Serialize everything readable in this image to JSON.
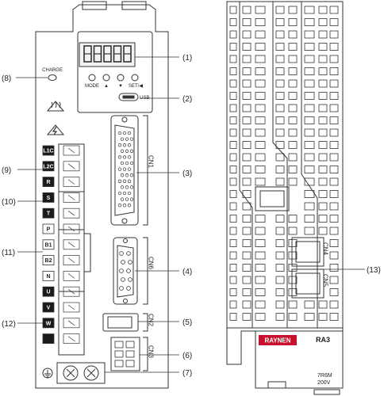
{
  "front": {
    "charge_label": "CHARGE",
    "buttons": [
      "MODE",
      "▲",
      "▼",
      "SET/◀"
    ],
    "usb_label": "USB",
    "terminals": [
      {
        "text": "L1C",
        "dark": true
      },
      {
        "text": "L2C",
        "dark": true
      },
      {
        "text": "R",
        "dark": true
      },
      {
        "text": "S",
        "dark": true
      },
      {
        "text": "T",
        "dark": true
      },
      {
        "text": "P",
        "dark": false
      },
      {
        "text": "B1",
        "dark": false
      },
      {
        "text": "B2",
        "dark": false
      },
      {
        "text": "N",
        "dark": false
      },
      {
        "text": "U",
        "dark": true
      },
      {
        "text": "V",
        "dark": true
      },
      {
        "text": "W",
        "dark": true
      },
      {
        "text": "",
        "dark": true
      }
    ],
    "connectors": [
      "CN1",
      "CN6",
      "CN2",
      "CN3"
    ]
  },
  "callouts": [
    "(1)",
    "(2)",
    "(3)",
    "(4)",
    "(5)",
    "(6)",
    "(7)",
    "(8)",
    "(9)",
    "(10)",
    "(11)",
    "(12)",
    "(13)"
  ],
  "side": {
    "connectors": [
      "CN4",
      "CN5"
    ],
    "brand": "RAYNEN",
    "model": "RA3",
    "rating_1": "7R6M",
    "rating_2": "200V"
  },
  "colors": {
    "line": "#333333",
    "dark": "#1a1a1a",
    "brand": "#c8102e"
  }
}
